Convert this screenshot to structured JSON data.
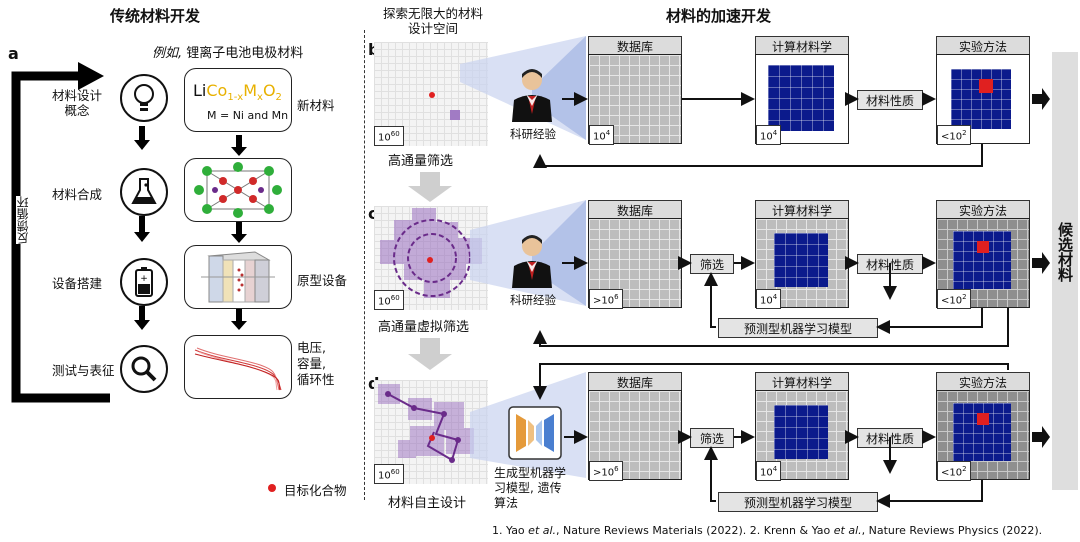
{
  "left": {
    "title": "传统材料开发",
    "panel_letter": "a",
    "example_prefix": "例如,",
    "example_text": " 锂离子电池电极材料",
    "feedback_label": "反馈循环",
    "steps": [
      {
        "label": "材料设计\n概念",
        "icon": "lightbulb-icon",
        "right_label": "新材料"
      },
      {
        "label": "材料合成",
        "icon": "flask-icon",
        "right_label": ""
      },
      {
        "label": "设备搭建",
        "icon": "battery-icon",
        "right_label": "原型设备"
      },
      {
        "label": "测试与表征",
        "icon": "magnifier-icon",
        "right_label": "电压,\n容量,\n循环性"
      }
    ],
    "formula": {
      "prefix": "Li",
      "co": "Co",
      "co_sub": "1-x",
      "m": "M",
      "m_sub": "x",
      "o": "O",
      "o_sub": "2",
      "note": "M = Ni and Mn"
    },
    "legend": "目标化合物"
  },
  "right": {
    "title": "材料的加速开发",
    "space_title": "探索无限大的材料\n设计空间",
    "candidates": "候选材料",
    "rows": [
      {
        "letter": "b",
        "space_label": "高通量筛选",
        "space_count_base": "10",
        "space_count_exp": "60",
        "agent_label": "科研经验",
        "db": "数据库",
        "db_count_base": "10",
        "db_count_exp": "4",
        "db_prefix": "",
        "comp": "计算材料学",
        "comp_count_base": "10",
        "comp_count_exp": "4",
        "exp": "实验方法",
        "exp_count_base": "10",
        "exp_count_exp": "2",
        "exp_prefix": "<",
        "prop": "材料性质",
        "screen": "",
        "model": ""
      },
      {
        "letter": "c",
        "space_label": "高通量虚拟筛选",
        "space_count_base": "10",
        "space_count_exp": "60",
        "agent_label": "科研经验",
        "db": "数据库",
        "db_count_base": "10",
        "db_count_exp": "6",
        "db_prefix": ">",
        "comp": "计算材料学",
        "comp_count_base": "10",
        "comp_count_exp": "4",
        "exp": "实验方法",
        "exp_count_base": "10",
        "exp_count_exp": "2",
        "exp_prefix": "<",
        "prop": "材料性质",
        "screen": "筛选",
        "model": "预测型机器学习模型"
      },
      {
        "letter": "d",
        "space_label": "材料自主设计",
        "space_count_base": "10",
        "space_count_exp": "60",
        "agent_label": "生成型机器学\n习模型, 遗传\n算法",
        "db": "数据库",
        "db_count_base": "10",
        "db_count_exp": "6",
        "db_prefix": ">",
        "comp": "计算材料学",
        "comp_count_base": "10",
        "comp_count_exp": "4",
        "exp": "实验方法",
        "exp_count_base": "10",
        "exp_count_exp": "2",
        "exp_prefix": "<",
        "prop": "材料性质",
        "screen": "筛选",
        "model": "预测型机器学习模型"
      }
    ],
    "citation": {
      "c1_pre": "1. Yao ",
      "c1_em": "et al.",
      "c1_post": ", Nature Reviews Materials (2022). 2. Krenn & Yao ",
      "c2_em": "et al.",
      "c2_post": ", Nature Reviews Physics (2022)."
    }
  },
  "colors": {
    "red": "#e02020",
    "blue": "#0b1a8c",
    "purple": "#7b3fa6",
    "gray": "#d9d9d9"
  }
}
